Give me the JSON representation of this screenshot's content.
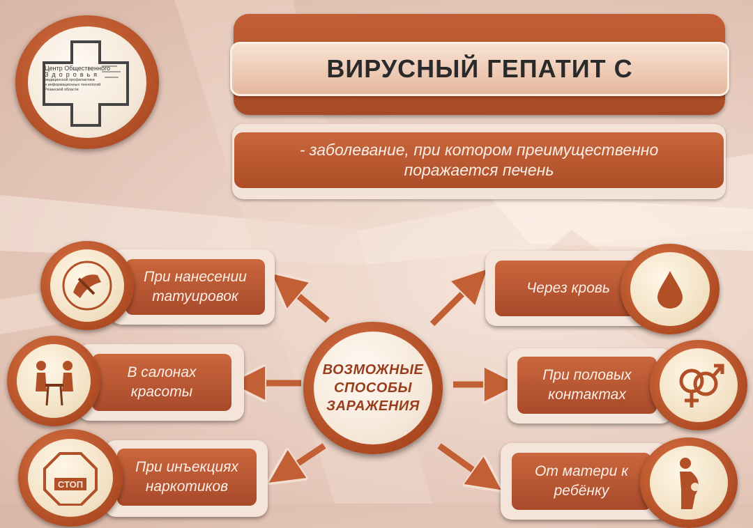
{
  "title": "ВИРУСНЫЙ ГЕПАТИТ С",
  "definition": {
    "line1": "- заболевание, при котором преимущественно",
    "line2": "поражается печень"
  },
  "logo": {
    "line1": "Центр Общественного",
    "line2": "Здоровья",
    "line3": "медицинской профилактики",
    "line4": "и информационных технологий",
    "line5": "Рязанской области"
  },
  "center": {
    "line1": "ВОЗМОЖНЫЕ",
    "line2": "СПОСОБЫ",
    "line3": "ЗАРАЖЕНИЯ"
  },
  "ways": {
    "tattoo": {
      "line1": "При нанесении",
      "line2": "татуировок",
      "icon": "tattoo-machine-icon"
    },
    "salon": {
      "line1": "В салонах",
      "line2": "красоты",
      "icon": "manicure-icon"
    },
    "injection": {
      "line1": "При инъекциях",
      "line2": "наркотиков",
      "icon": "stop-drugs-icon",
      "icon_text": "СТОП"
    },
    "blood": {
      "line1": "Через кровь",
      "icon": "blood-drop-icon"
    },
    "sexual": {
      "line1": "При половых",
      "line2": "контактах",
      "icon": "gender-symbols-icon"
    },
    "mother": {
      "line1": "От матери к",
      "line2": "ребёнку",
      "icon": "pregnant-woman-icon"
    }
  },
  "colors": {
    "accent": "#b14f27",
    "box_fill": "#c25f35",
    "text_light": "#fbeee6",
    "center_text": "#9a3d1d"
  }
}
